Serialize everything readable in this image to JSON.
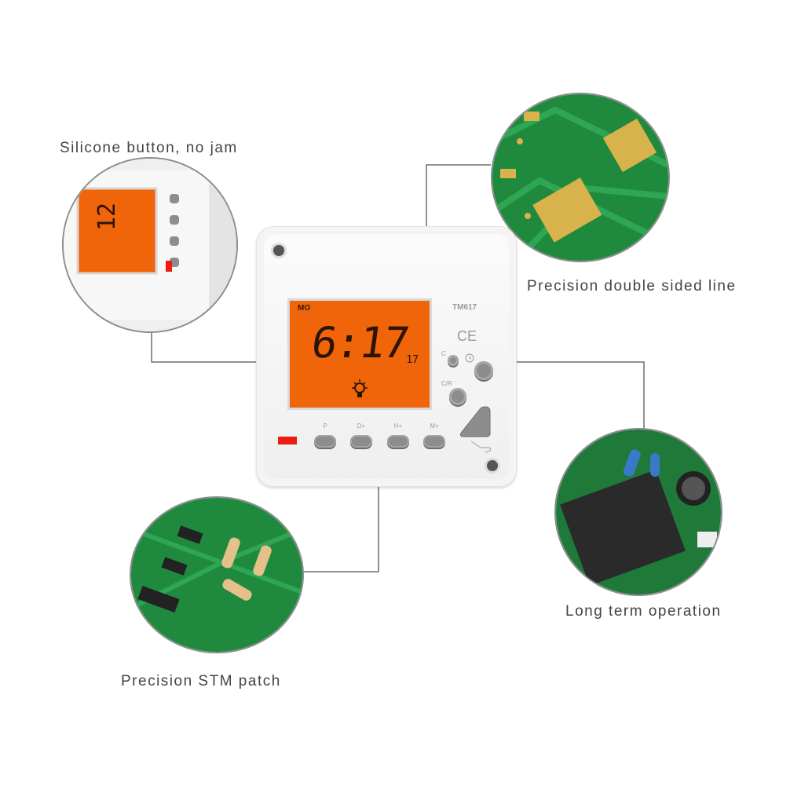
{
  "captions": {
    "silicone": "Silicone button, no jam",
    "double_sided": "Precision double sided line",
    "long_term": "Long term operation",
    "stm_patch": "Precision STM patch"
  },
  "device": {
    "model": "TM617",
    "certification": "CE",
    "day": "MO",
    "time": "6:17",
    "seconds": "17",
    "buttons": {
      "clock_label": "C",
      "cr_label": "C/R",
      "p_label": "P",
      "d_label": "D+",
      "h_label": "H+",
      "m_label": "M+"
    }
  },
  "colors": {
    "lcd": "#f0640a",
    "led": "#ee1b12",
    "pcb": "#1f8a3e",
    "caption_text": "#444444"
  }
}
